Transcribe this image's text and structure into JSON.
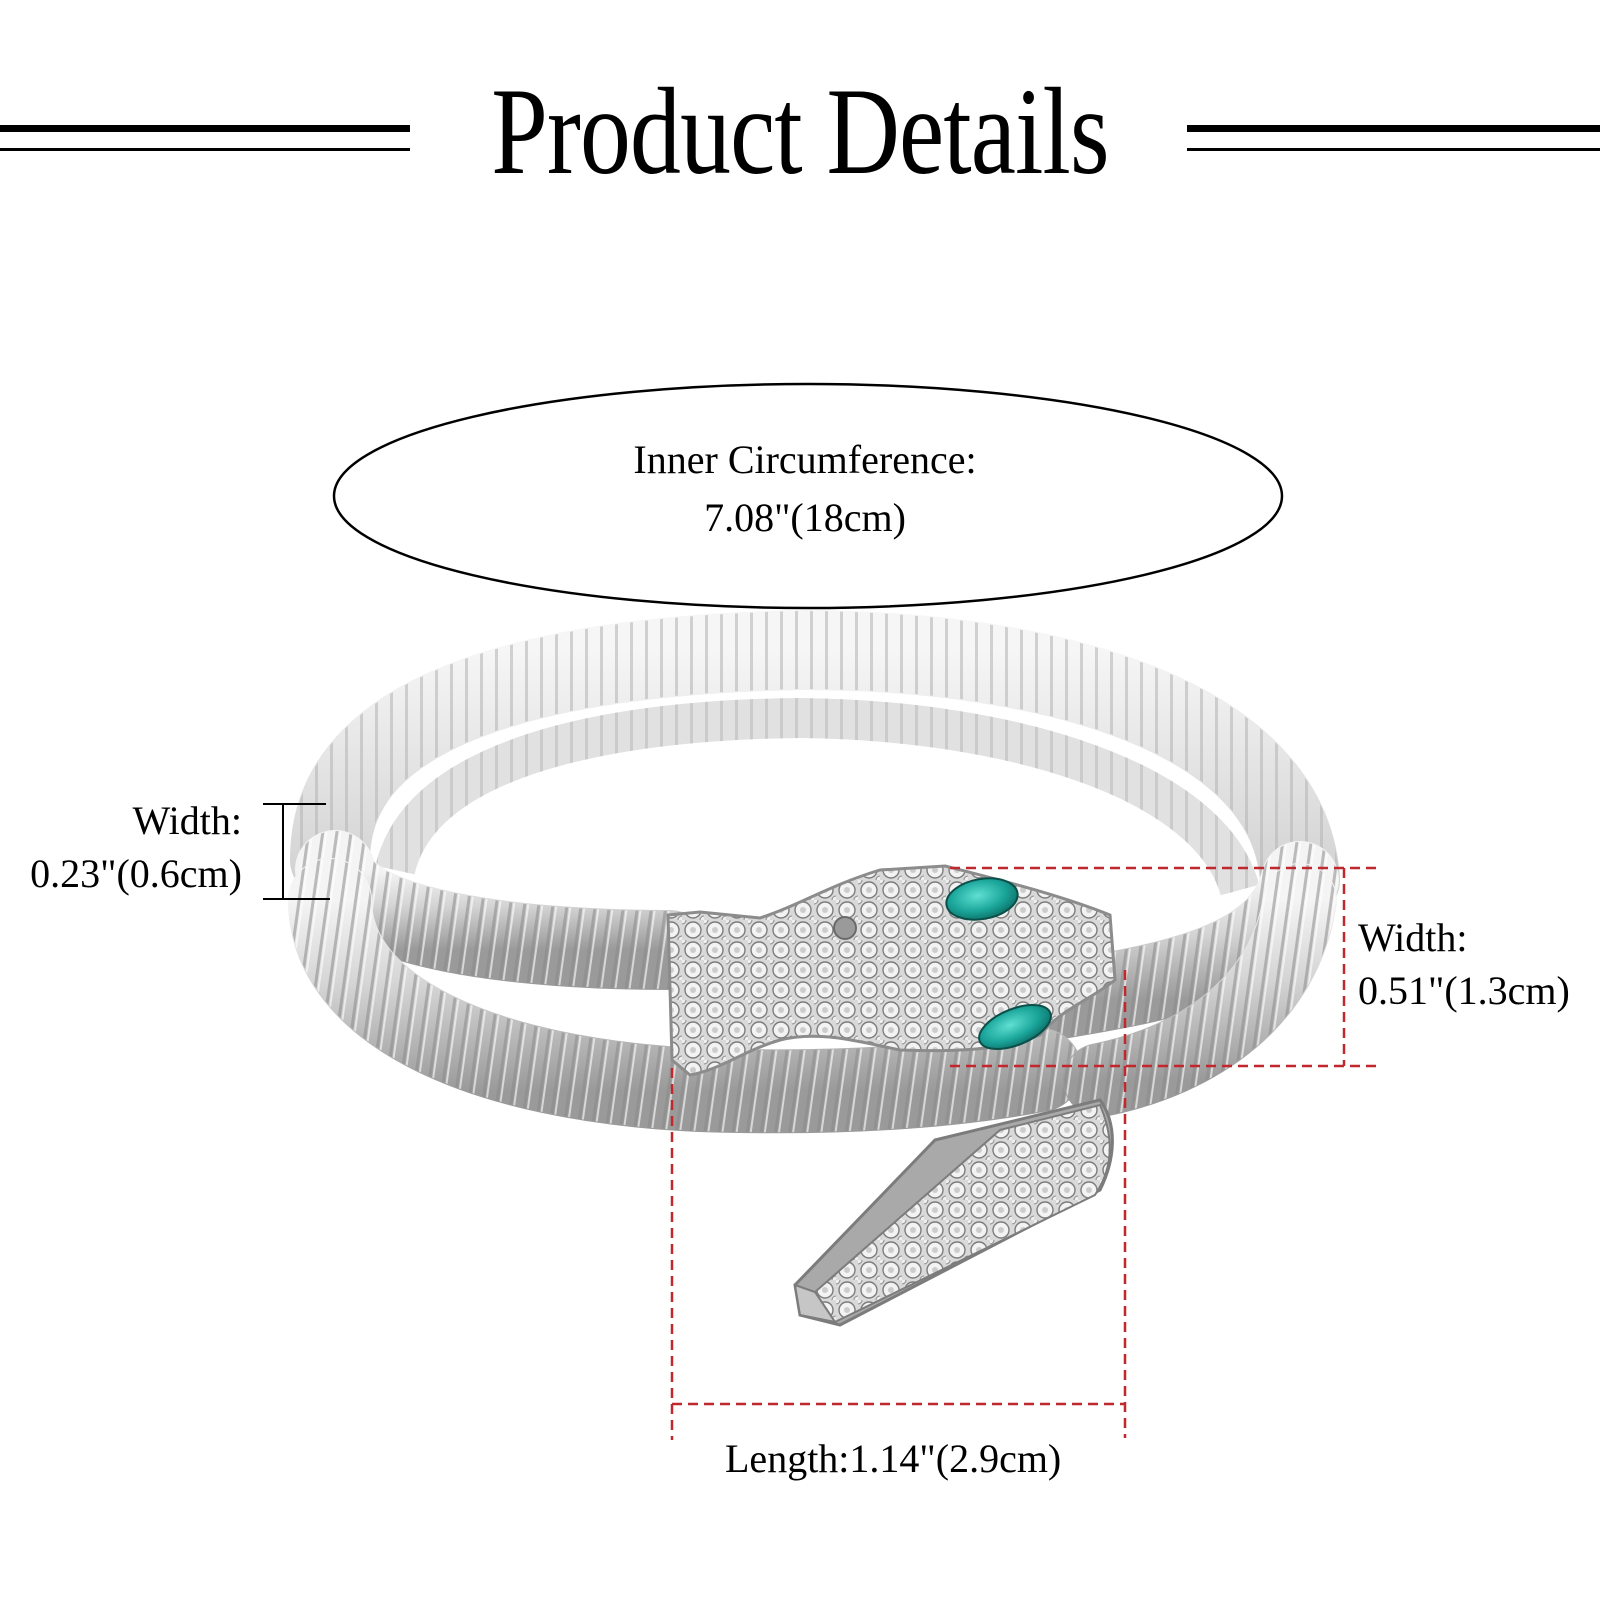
{
  "header": {
    "title": "Product Details"
  },
  "circumference": {
    "label": "Inner Circumference:",
    "value": "7.08\"(18cm)"
  },
  "dimensions": {
    "band_width": {
      "label": "Width:",
      "value": "0.23\"(0.6cm)"
    },
    "head_width": {
      "label": "Width:",
      "value": "0.51\"(1.3cm)"
    },
    "head_length": {
      "label": "Length:1.14\"(2.9cm)"
    }
  },
  "product": {
    "name": "snake-coil-bracelet",
    "metal_color": "#c8c8c8",
    "crystal_color": "#f2f2f2",
    "eye_color": "#1aa59a"
  },
  "colors": {
    "text": "#000000",
    "guide_dashed": "#c0282d",
    "guide_solid": "#000000"
  }
}
